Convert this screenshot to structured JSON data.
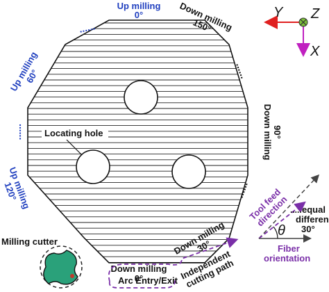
{
  "labels": {
    "up_0": "Up milling",
    "up_0_angle": "0°",
    "up_60": "Up milling",
    "up_60_angle": "60°",
    "up_120": "Up milling",
    "up_120_angle": "120°",
    "down_150": "Down milling",
    "down_150_angle": "150°",
    "down_90": "Down milling",
    "down_90_angle": "90°",
    "down_0": "Down milling",
    "down_0_angle": "0°",
    "down_30": "Down milling",
    "down_30_angle": "30°",
    "locating_hole": "Locating hole",
    "milling_cutter": "Milling cutter",
    "arc_entry_exit": "Arc Entry/Exit",
    "independent_path_1": "Independent",
    "independent_path_2": "cutting path",
    "tool_feed_1": "Tool feed",
    "tool_feed_2": "direction",
    "theta": "θ",
    "equal_1": "equal",
    "equal_2": "difference",
    "equal_3": "30°",
    "fiber_1": "Fiber",
    "fiber_2": "orientation"
  },
  "axes": {
    "y": "Y",
    "z": "Z",
    "x": "X"
  },
  "dots": "......",
  "colors": {
    "up_milling": "#1f3fbf",
    "down_milling": "#111111",
    "tool_feed": "#7a2fa8",
    "fiber": "#7a2fa8",
    "y_axis": "#e02020",
    "x_axis": "#c020c0",
    "cutter": "#2aa17a",
    "z_marker": "#7bbf3a"
  }
}
